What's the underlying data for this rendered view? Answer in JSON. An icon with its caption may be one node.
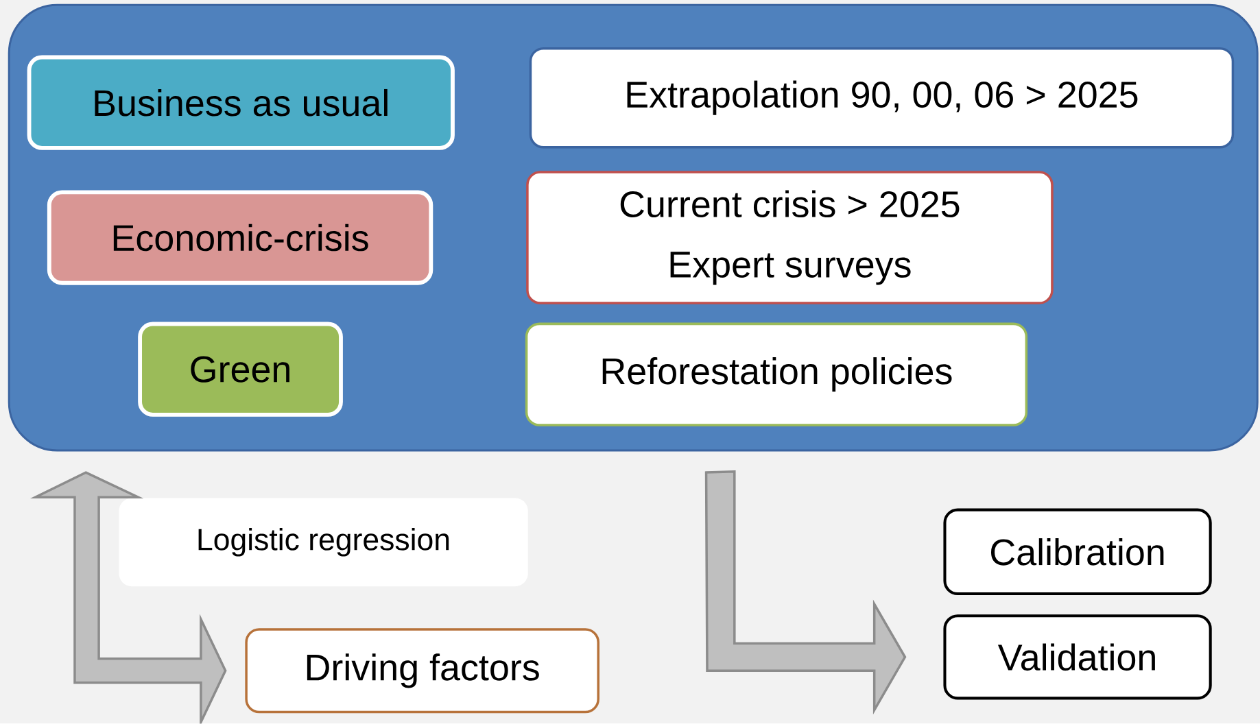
{
  "diagram": {
    "nodes": [
      {
        "text": [],
        "shape": "box"
      },
      {
        "text": [
          "Business as usual"
        ],
        "in": 0
      },
      {
        "text": [
          "Extrapolation 90, 00, 06 > 2025"
        ],
        "in": 0
      },
      {
        "text": [
          "Economic-crisis"
        ],
        "in": 0
      },
      {
        "text": [
          "Current crisis > 2025",
          "Expert surveys"
        ],
        "in": 0
      },
      {
        "text": [
          "Green"
        ],
        "in": 0
      },
      {
        "text": [
          "Reforestation policies"
        ],
        "in": 0
      },
      {
        "text": [
          "Logistic regression"
        ]
      },
      {
        "text": [
          "Driving factors"
        ]
      },
      {
        "text": [
          "Calibration"
        ]
      },
      {
        "text": [
          "Validation"
        ]
      }
    ],
    "edges": [
      {
        "from": 0,
        "to": 8,
        "arrow": "both"
      },
      {
        "from": 0,
        "to": 10,
        "arrow": "to"
      }
    ]
  }
}
